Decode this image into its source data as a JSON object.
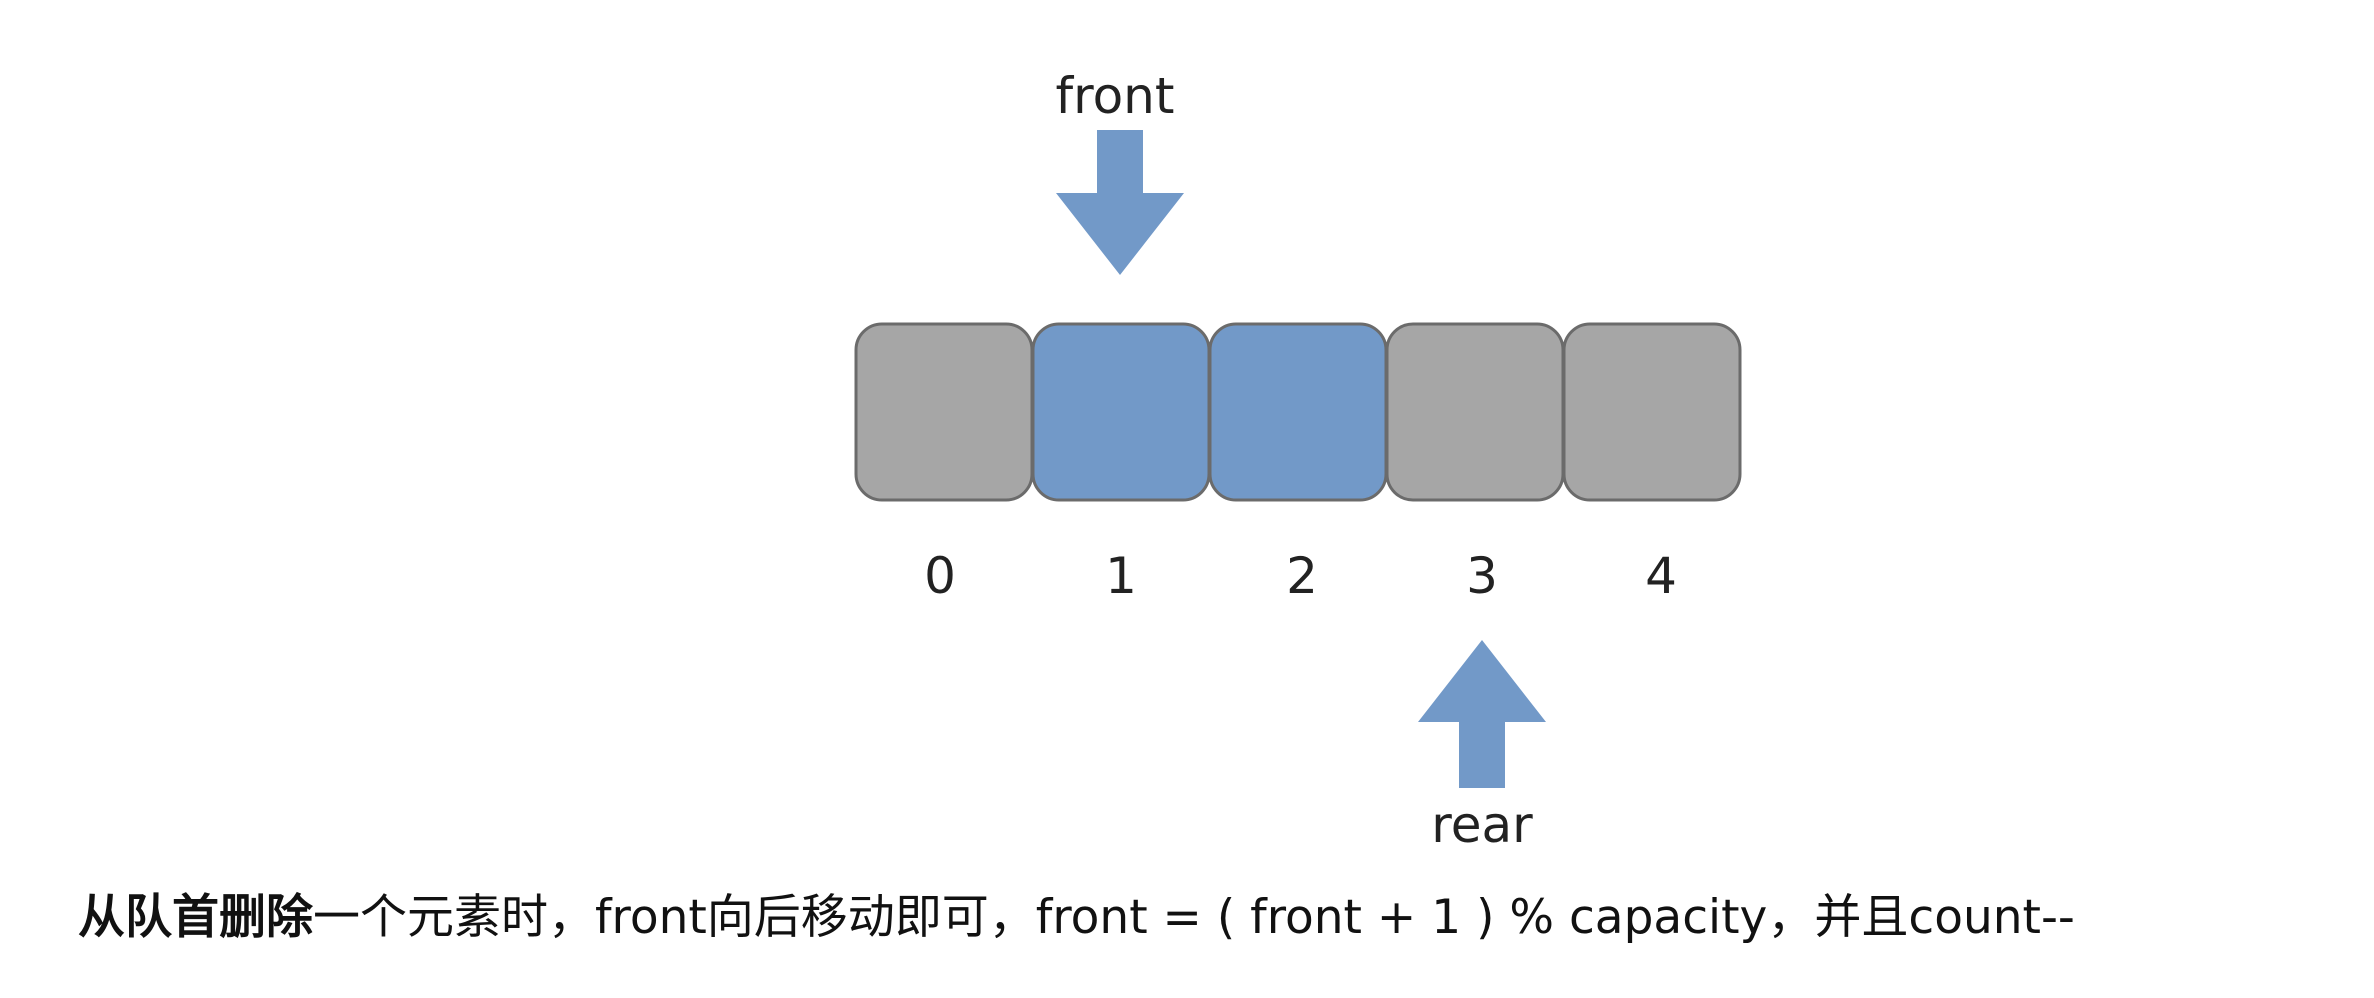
{
  "pointers": {
    "front_label": "front",
    "rear_label": "rear"
  },
  "queue": {
    "cells": [
      {
        "index_label": "0",
        "highlighted": false
      },
      {
        "index_label": "1",
        "highlighted": true
      },
      {
        "index_label": "2",
        "highlighted": true
      },
      {
        "index_label": "3",
        "highlighted": false
      },
      {
        "index_label": "4",
        "highlighted": false
      }
    ],
    "front_index": 1,
    "rear_index": 3
  },
  "caption": {
    "bold_part": "从队首删除",
    "rest": "一个元素时，front向后移动即可，front = ( front + 1 ) % capacity，并且count--"
  },
  "colors": {
    "highlight_fill": "#7299c8",
    "empty_fill": "#a6a6a6",
    "cell_stroke": "#6b6b6b",
    "arrow_fill": "#7299c8"
  }
}
